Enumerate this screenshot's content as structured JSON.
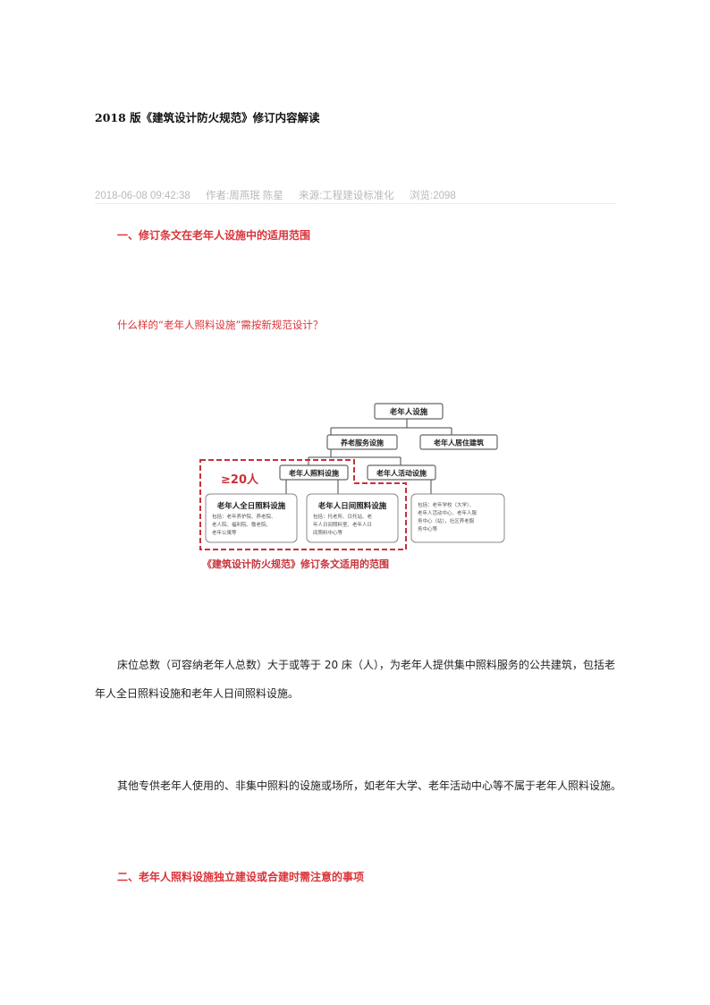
{
  "article": {
    "title": "2018 版《建筑设计防火规范》修订内容解读",
    "date": "2018-06-08 09:42:38",
    "author": "作者:周燕珉 陈星",
    "source": "来源:工程建设标准化",
    "views": "浏览:2098"
  },
  "section1": {
    "heading": "一、修订条文在老年人设施中的适用范围",
    "question": "什么样的“老年人照料设施”需按新规范设计？"
  },
  "diagram": {
    "root": "老年人设施",
    "care_services": "养老服务设施",
    "residential": "老年人居住建筑",
    "care_facilities": "老年人照料设施",
    "activity_facilities": "老年人活动设施",
    "threshold": "≥20人",
    "fullday_title": "老年人全日照料设施",
    "fullday_desc": [
      "包括：老年养护院、养老院、",
      "老人院、福利院、敬老院、",
      "老年公寓等"
    ],
    "daytime_title": "老年人日间照料设施",
    "daytime_desc": [
      "包括：托老所、日托站、老",
      "年人日间照料室、老年人日",
      "间照料中心等"
    ],
    "activity_desc": [
      "包括：老年学校（大学）、",
      "老年人活动中心、老年人服",
      "务中心（站），社区养老服",
      "务中心等"
    ],
    "caption": "《建筑设计防火规范》修订条文适用的范围",
    "accent_color": "#c7323a"
  },
  "paragraphs": {
    "p1": "床位总数（可容纳老年人总数）大于或等于 20 床（人），为老年人提供集中照料服务的公共建筑，包括老年人全日照料设施和老年人日间照料设施。",
    "p2": "其他专供老年人使用的、非集中照料的设施或场所，如老年大学、老年活动中心等不属于老年人照料设施。"
  },
  "section2": {
    "heading": "二、老年人照料设施独立建设或合建时需注意的事项"
  }
}
